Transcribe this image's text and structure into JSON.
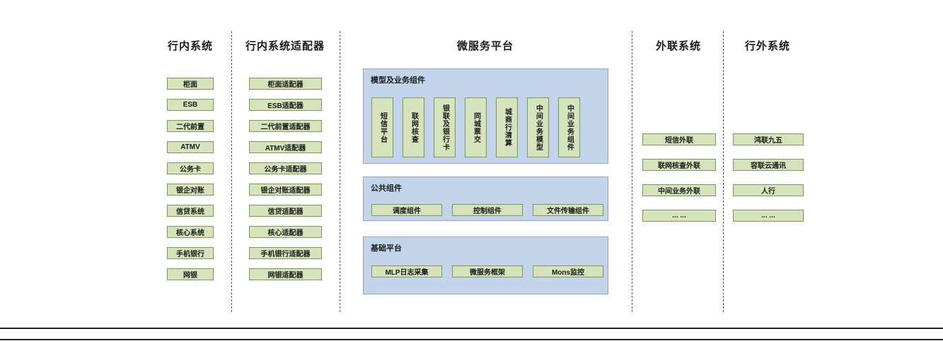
{
  "headers": {
    "internal": "行内系统",
    "adapters": "行内系统适配器",
    "platform": "微服务平台",
    "external_link": "外联系统",
    "external": "行外系统"
  },
  "internal_systems": [
    "柜面",
    "ESB",
    "二代前置",
    "ATMV",
    "公务卡",
    "银企对账",
    "信贷系统",
    "核心系统",
    "手机银行",
    "网银"
  ],
  "adapters": [
    "柜面适配器",
    "ESB适配器",
    "二代前置适配器",
    "ATMV适配器",
    "公务卡适配器",
    "银企对账适配器",
    "信贷适配器",
    "核心适配器",
    "手机银行适配器",
    "网银适配器"
  ],
  "platform": {
    "model_panel": {
      "title": "模型及业务组件",
      "items": [
        "短信平台",
        "联网核查",
        "银联及银行卡",
        "同城票交",
        "城商行清算",
        "中间业务模型",
        "中间业务组件"
      ]
    },
    "common_panel": {
      "title": "公共组件",
      "items": [
        "调度组件",
        "控制组件",
        "文件传输组件"
      ]
    },
    "base_panel": {
      "title": "基础平台",
      "items": [
        "MLP日志采集",
        "微服务框架",
        "Mons监控"
      ]
    }
  },
  "external_link_systems": [
    "短信外联",
    "联网核查外联",
    "中间业务外联",
    "... ..."
  ],
  "external_systems": [
    "鸿联九五",
    "容联云通讯",
    "人行",
    "... ..."
  ],
  "colors": {
    "box_fill": "#d6e4bc",
    "box_border": "#7f935c",
    "panel_fill": "#c3d5ea",
    "panel_border": "#8fa9c8"
  }
}
